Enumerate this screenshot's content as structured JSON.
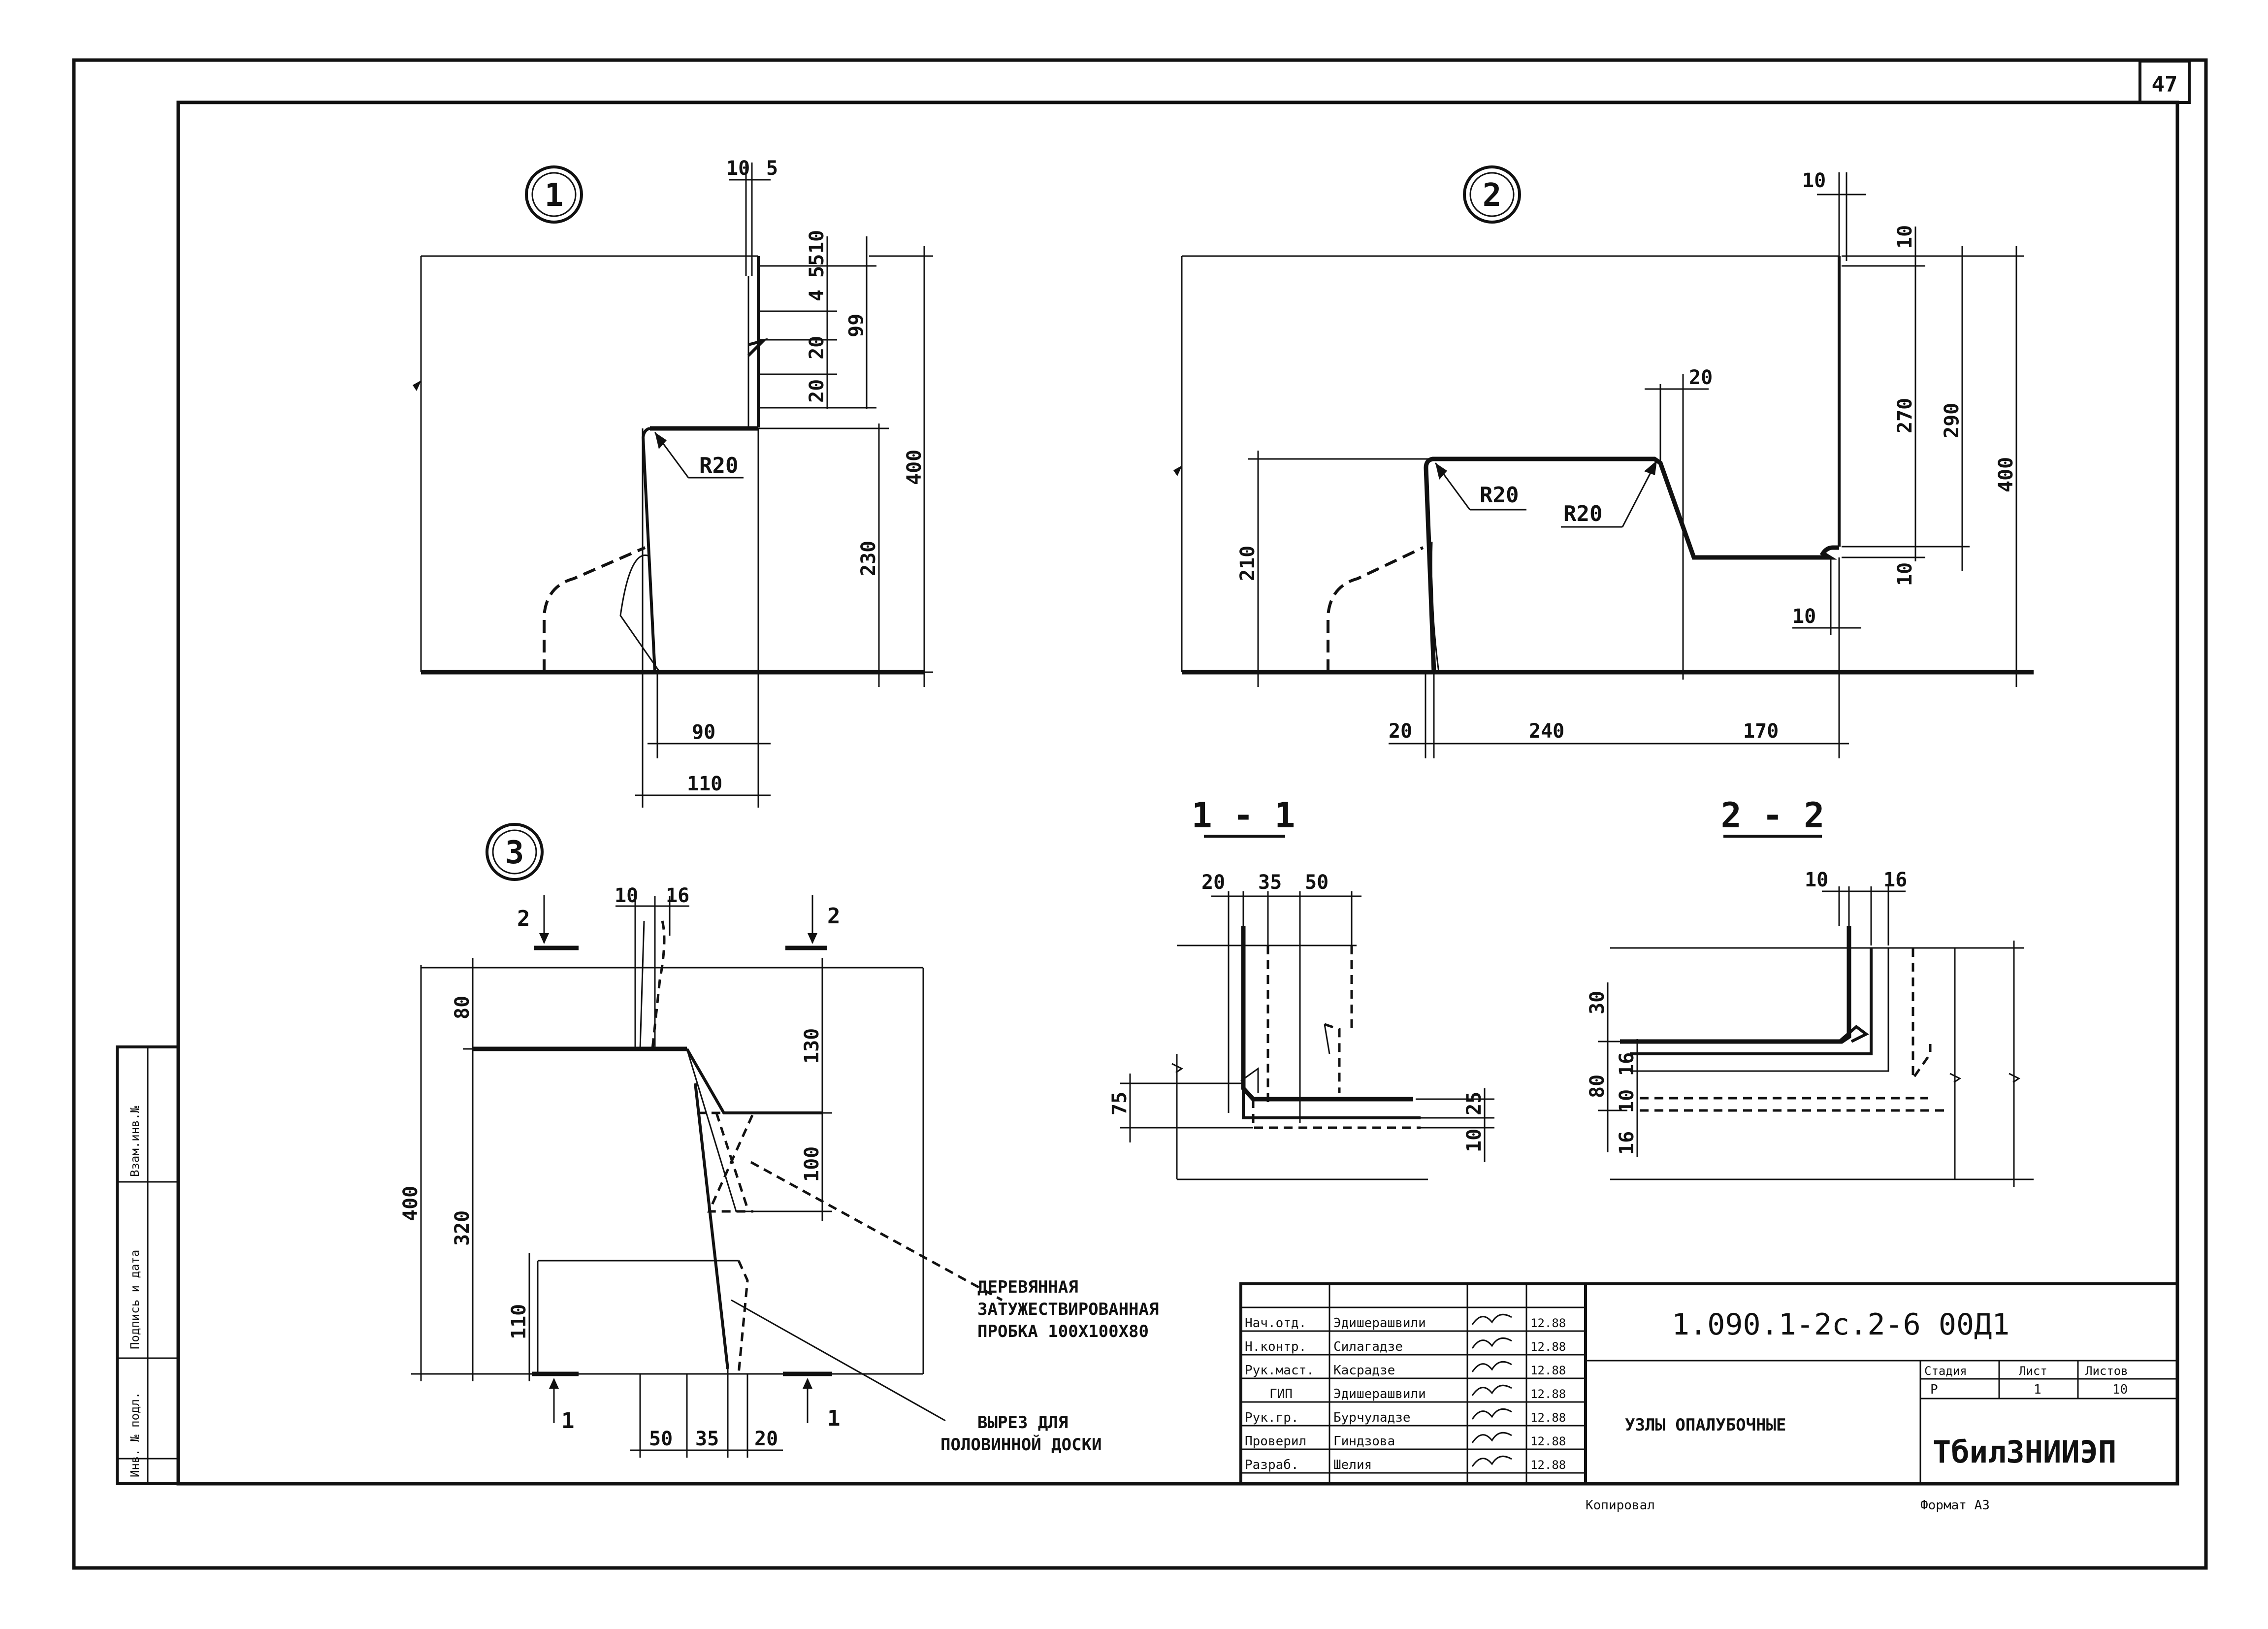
{
  "sheet_number": "47",
  "side_stamp": [
    "Инв. № подл.",
    "Подпись и дата",
    "Взам.инв.№"
  ],
  "node1": {
    "label": "1",
    "dims": {
      "top_a": "10",
      "top_b": "5",
      "v_10": "10",
      "v_455": "4 55",
      "v_20a": "20",
      "v_20b": "20",
      "v_99": "99",
      "v_400": "400",
      "v_230": "230",
      "h_90": "90",
      "h_110": "110"
    },
    "radius": "R20"
  },
  "node2": {
    "label": "2",
    "dims": {
      "top_10": "10",
      "v_10a": "10",
      "v_20": "20",
      "v_270": "270",
      "v_290": "290",
      "v_400": "400",
      "v_210": "210",
      "v_10b": "10",
      "h_10": "10",
      "h_20": "20",
      "h_240": "240",
      "h_170": "170"
    },
    "radius_left": "R20",
    "radius_right": "R20"
  },
  "node3": {
    "label": "3",
    "cut_left": "2",
    "cut_right": "2",
    "cut_bottom_left": "1",
    "cut_bottom_right": "1",
    "dims": {
      "t_10": "10",
      "t_16": "16",
      "v_80": "80",
      "v_130": "130",
      "v_100": "100",
      "v_400": "400",
      "v_320": "320",
      "v_110": "110",
      "h_50": "50",
      "h_35": "35",
      "h_20": "20"
    },
    "note1": [
      "ДЕРЕВЯННАЯ",
      "ЗАТУЖЕСТВИРОВАННАЯ",
      "ПРОБКА 100Х100Х80"
    ],
    "note2": [
      "ВЫРЕЗ ДЛЯ",
      "ПОЛОВИННОЙ ДОСКИ"
    ]
  },
  "section11": {
    "label": "1 - 1",
    "dims": {
      "h_20": "20",
      "h_35": "35",
      "h_50": "50",
      "v_75": "75",
      "v_25": "25",
      "v_10": "10"
    }
  },
  "section22": {
    "label": "2 - 2",
    "dims": {
      "h_10": "10",
      "h_16": "16",
      "v_30": "30",
      "v_80": "80",
      "v_16a": "16",
      "v_10": "10",
      "v_16b": "16"
    }
  },
  "title_block": {
    "rows": [
      {
        "role": "Нач.отд.",
        "name": "Эдишерашвили",
        "date": "12.88"
      },
      {
        "role": "Н.контр.",
        "name": "Силагадзе",
        "date": "12.88"
      },
      {
        "role": "Рук.маст.",
        "name": "Касрадзе",
        "date": "12.88"
      },
      {
        "role": "ГИП",
        "name": "Эдишерашвили",
        "date": "12.88"
      },
      {
        "role": "Рук.гр.",
        "name": "Бурчуладзе",
        "date": "12.88"
      },
      {
        "role": "Проверил",
        "name": "Гиндзова",
        "date": "12.88"
      },
      {
        "role": "Разраб.",
        "name": "Шелия",
        "date": "12.88"
      }
    ],
    "code": "1.090.1-2с.2-6 00Д1",
    "title": "УЗЛЫ ОПАЛУБОЧНЫЕ",
    "stage_header": "Стадия",
    "sheet_header": "Лист",
    "sheets_header": "Листов",
    "stage": "Р",
    "sheet": "1",
    "sheets": "10",
    "org": "ТбилЗНИИЭП",
    "copied": "Копировал",
    "format": "Формат А3"
  }
}
